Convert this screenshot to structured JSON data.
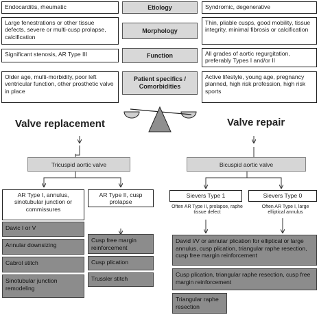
{
  "criteria": [
    {
      "category": "Etiology",
      "left": "Endocarditis, rheumatic",
      "right": "Syndromic, degenerative"
    },
    {
      "category": "Morphology",
      "left": "Large fenestrations or other tissue defects, severe or multi-cusp prolapse, calcification",
      "right": "Thin, pliable cusps, good mobility, tissue integrity, minimal fibrosis or calcification"
    },
    {
      "category": "Function",
      "left": "Significant stenosis, AR Type III",
      "right": "All grades of aortic regurgitation, preferably Types I and/or II"
    },
    {
      "category": "Patient specifics / Comorbidities",
      "left": "Older age, multi-morbidity, poor left ventricular function, other prosthetic valve in place",
      "right": "Active lifestyle, young age, pregnancy planned, high risk profession, high risk sports"
    }
  ],
  "outcomes": {
    "left": "Valve replacement",
    "right": "Valve repair"
  },
  "valves": {
    "tricuspid": "Tricuspid aortic valve",
    "bicuspid": "Bicuspid aortic valve"
  },
  "types": {
    "ar1": "AR Type I, annulus, sinotubular junction or commissures",
    "ar2": "AR Type II, cusp prolapse",
    "sievers1": "Sievers Type 1",
    "sievers0": "Sievers Type 0"
  },
  "notes": {
    "sievers1": "Often AR Type II, prolapse, raphe tissue defect",
    "sievers0": "Often AR Type I, large elliptical annulus"
  },
  "procedures": {
    "ar1": [
      "Davic I or V",
      "Annular downsizing",
      "Cabrol stitch",
      "Sinotubular junction remodeling"
    ],
    "ar2": [
      "Cusp free margin reinforcement",
      "Cusp plication",
      "Trussler stitch"
    ],
    "bicuspid": [
      "David I/V or annular plication for elliptical or large annulus, cusp plication, triangular raphe resection, cusp free margin reinforcement",
      "Cusp plication, triangular raphe  resection, cusp free margin reinforcement",
      "Triangular raphe resection"
    ]
  }
}
